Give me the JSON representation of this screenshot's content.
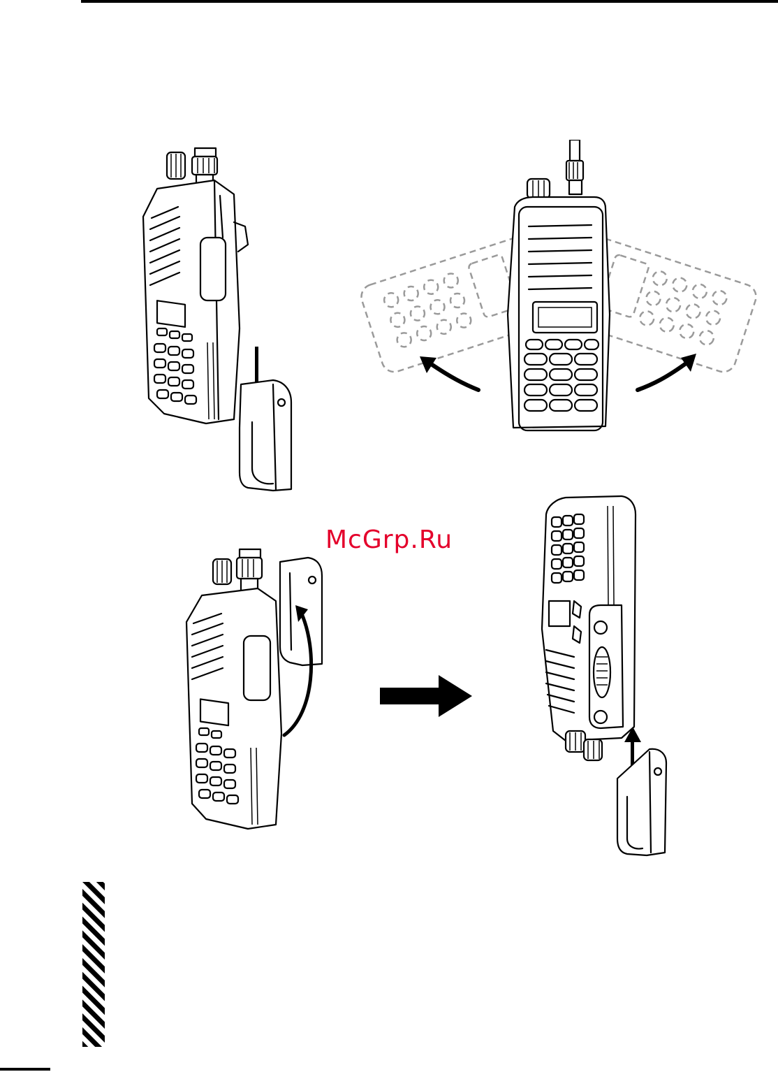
{
  "page": {
    "watermark_text": "McGrp.Ru"
  },
  "figures": [
    {
      "name": "fig-attach-clip",
      "icon": "radio-with-belt-clip-sliding-down"
    },
    {
      "name": "fig-rotate-radio",
      "icon": "radio-rotation-arrows"
    },
    {
      "name": "fig-detach-clip",
      "icon": "radio-clip-rotate-release"
    },
    {
      "name": "fig-remove-clip",
      "icon": "radio-upside-down-clip-removal"
    }
  ],
  "colors": {
    "watermark": "#e4002b",
    "line": "#000000",
    "ghost": "#9a9a9a"
  }
}
